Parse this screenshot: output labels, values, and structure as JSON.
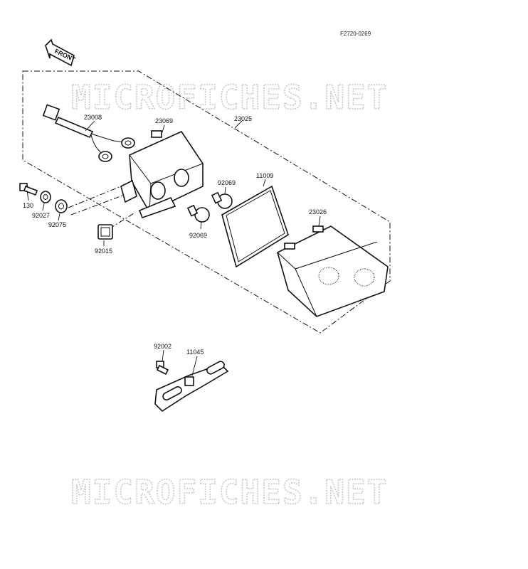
{
  "diagram_code": "F2720-0269",
  "front_arrow_label": "FRONT",
  "watermark": "MICROFICHES.NET",
  "parts": {
    "p23008": "23008",
    "p23069": "23069",
    "p23025": "23025",
    "p92069a": "92069",
    "p11009": "11009",
    "p130": "130",
    "p92027": "92027",
    "p92075": "92075",
    "p92069b": "92069",
    "p23026": "23026",
    "p92015": "92015",
    "p92002": "92002",
    "p11045": "11045"
  }
}
